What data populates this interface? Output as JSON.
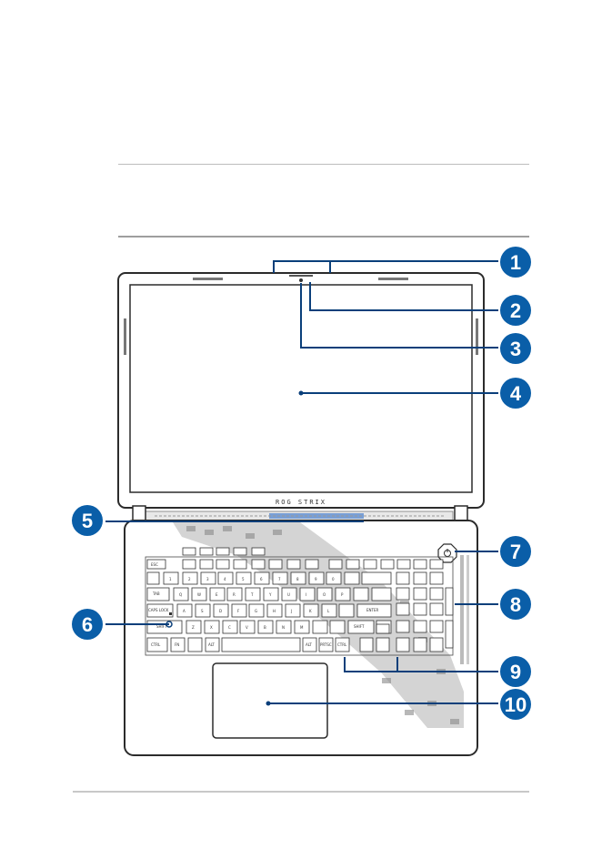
{
  "page": {
    "title": "",
    "note_text": ""
  },
  "laptop": {
    "logo_text": "ROG STRIX"
  },
  "callouts": [
    {
      "number": "1"
    },
    {
      "number": "2"
    },
    {
      "number": "3"
    },
    {
      "number": "4"
    },
    {
      "number": "5"
    },
    {
      "number": "6"
    },
    {
      "number": "7"
    },
    {
      "number": "8"
    },
    {
      "number": "9"
    },
    {
      "number": "10"
    }
  ],
  "keyboard": {
    "row_labels": {
      "esc": "ESC",
      "tab": "TAB",
      "caps": "CAPS LOCK",
      "shift": "SHIFT",
      "ctrl": "CTRL",
      "fn": "FN",
      "alt": "ALT",
      "enter": "ENTER",
      "prtsc": "PRTSC"
    },
    "letters_row1": [
      "Q",
      "W",
      "E",
      "R",
      "T",
      "Y",
      "U",
      "I",
      "O",
      "P"
    ],
    "letters_row2": [
      "A",
      "S",
      "D",
      "F",
      "G",
      "H",
      "J",
      "K",
      "L"
    ],
    "letters_row3": [
      "Z",
      "X",
      "C",
      "V",
      "B",
      "N",
      "M"
    ],
    "numbers_row": [
      "1",
      "2",
      "3",
      "4",
      "5",
      "6",
      "7",
      "8",
      "9",
      "0"
    ]
  },
  "colors": {
    "callout_fill": "#0a5ea8",
    "leader_line": "#0a3f7a",
    "laptop_outline": "#2b2b2b"
  }
}
